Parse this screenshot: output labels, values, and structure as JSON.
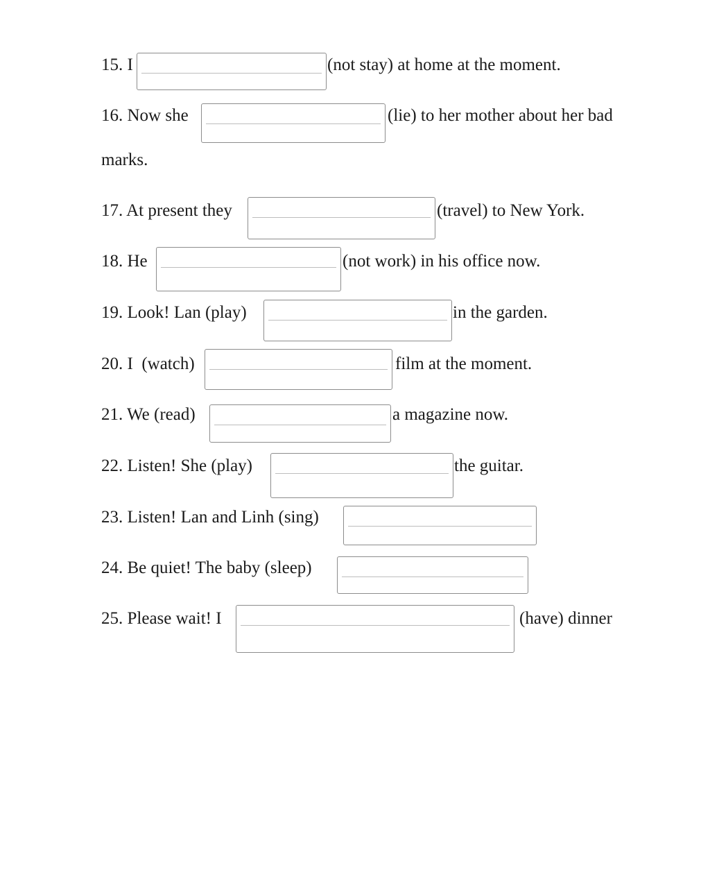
{
  "exercise": {
    "items": [
      {
        "number": "15.",
        "before": "15. I",
        "after": "(not stay) at home at the moment.",
        "answer": ""
      },
      {
        "number": "16.",
        "before": "16. Now she",
        "after": "(lie) to her mother about her bad",
        "continuation": "marks.",
        "answer": ""
      },
      {
        "number": "17.",
        "before": "17. At present they",
        "after": "(travel) to New York.",
        "answer": ""
      },
      {
        "number": "18.",
        "before": "18. He",
        "after": "(not work) in his office now.",
        "answer": ""
      },
      {
        "number": "19.",
        "before": "19. Look! Lan (play)",
        "after": "in the garden.",
        "answer": ""
      },
      {
        "number": "20.",
        "before": "20. I  (watch)",
        "after": "film at the moment.",
        "answer": ""
      },
      {
        "number": "21.",
        "before": "21. We (read)",
        "after": "a magazine now.",
        "answer": ""
      },
      {
        "number": "22.",
        "before": "22. Listen! She (play)",
        "after": "the guitar.",
        "answer": ""
      },
      {
        "number": "23.",
        "before": "23. Listen! Lan and Linh (sing)",
        "after": "",
        "answer": ""
      },
      {
        "number": "24.",
        "before": "24. Be quiet! The baby (sleep)",
        "after": "",
        "answer": ""
      },
      {
        "number": "25.",
        "before": "25. Please wait! I",
        "after": "(have) dinner",
        "answer": ""
      }
    ]
  }
}
